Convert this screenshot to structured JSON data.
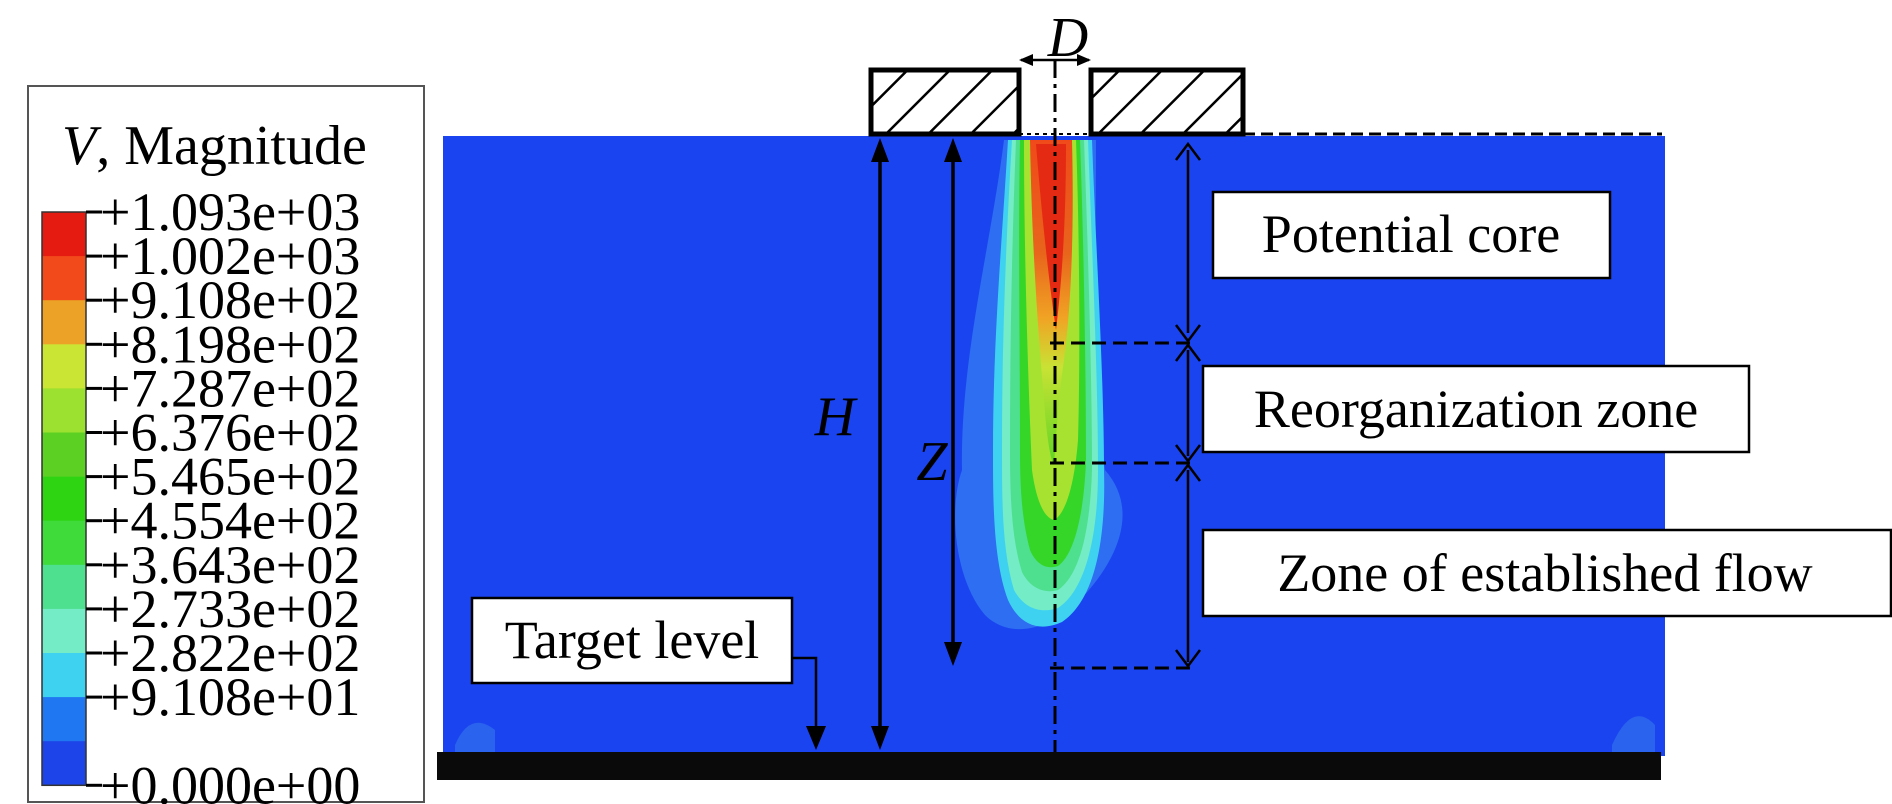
{
  "legend": {
    "title_variable": "V",
    "title_suffix": ", Magnitude",
    "labels": [
      "+1.093e+03",
      "+1.002e+03",
      "+9.108e+02",
      "+8.198e+02",
      "+7.287e+02",
      "+6.376e+02",
      "+5.465e+02",
      "+4.554e+02",
      "+3.643e+02",
      "+2.733e+02",
      "+2.822e+02",
      "+9.108e+01",
      "+0.000e+00"
    ],
    "colors": [
      "#e51b12",
      "#f24a1a",
      "#eca227",
      "#cbe534",
      "#9ce12f",
      "#5cd123",
      "#2ed312",
      "#3edb3a",
      "#4ee08e",
      "#74ecc6",
      "#3fd2f0",
      "#1f78f2",
      "#1d44e8"
    ]
  },
  "field_color": "#1a44f0",
  "dimensions": {
    "nozzle_diameter": "D",
    "standoff_distance": "H",
    "axial_distance": "Z"
  },
  "zones": {
    "potential_core": "Potential core",
    "reorganization": "Reorganization zone",
    "established_flow": "Zone of established flow",
    "target_level": "Target level"
  }
}
